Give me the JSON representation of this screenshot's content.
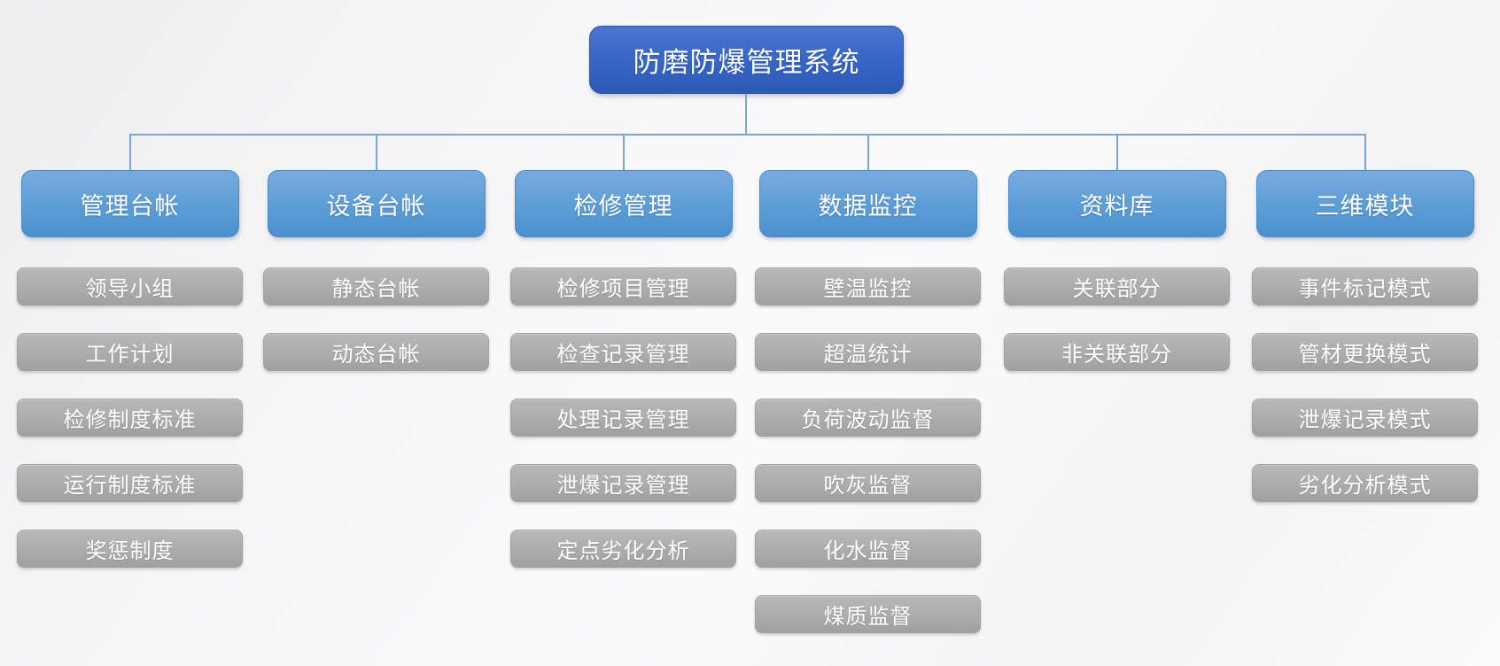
{
  "root_label": "防磨防爆管理系统",
  "colors": {
    "root_box_top": "#4b76cf",
    "root_box_bottom": "#2e59b5",
    "header_top": "#79abdd",
    "header_bottom": "#4a90ce",
    "leaf_top": "#b8b8b8",
    "leaf_bottom": "#a0a0a0",
    "connector": "#7aa6d3",
    "text": "#ffffff"
  },
  "columns": [
    {
      "header": "管理台帐",
      "items": [
        "领导小组",
        "工作计划",
        "检修制度标准",
        "运行制度标准",
        "奖惩制度"
      ]
    },
    {
      "header": "设备台帐",
      "items": [
        "静态台帐",
        "动态台帐"
      ]
    },
    {
      "header": "检修管理",
      "items": [
        "检修项目管理",
        "检查记录管理",
        "处理记录管理",
        "泄爆记录管理",
        "定点劣化分析"
      ]
    },
    {
      "header": "数据监控",
      "items": [
        "壁温监控",
        "超温统计",
        "负荷波动监督",
        "吹灰监督",
        "化水监督",
        "煤质监督"
      ]
    },
    {
      "header": "资料库",
      "items": [
        "关联部分",
        "非关联部分"
      ]
    },
    {
      "header": "三维模块",
      "items": [
        "事件标记模式",
        "管材更换模式",
        "泄爆记录模式",
        "劣化分析模式"
      ]
    }
  ]
}
